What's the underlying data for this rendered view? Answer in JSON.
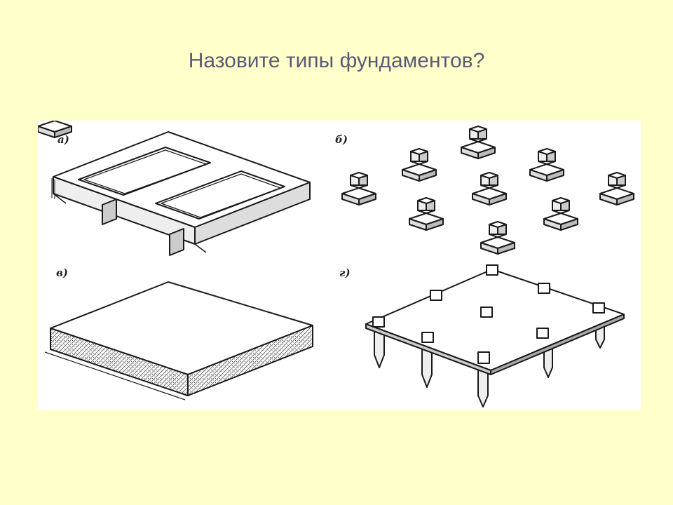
{
  "slide": {
    "title": "Назовите типы фундаментов?"
  },
  "figure": {
    "panels": [
      {
        "label": "а)",
        "icon": "strip-foundation-icon"
      },
      {
        "label": "б)",
        "icon": "column-foundation-icon"
      },
      {
        "label": "в)",
        "icon": "slab-foundation-icon"
      },
      {
        "label": "г)",
        "icon": "pile-foundation-icon"
      }
    ]
  },
  "colors": {
    "background": "#FFFFCC",
    "title": "#5A5A78",
    "figure_background": "#FFFFFF",
    "ink": "#1A1A1A"
  }
}
